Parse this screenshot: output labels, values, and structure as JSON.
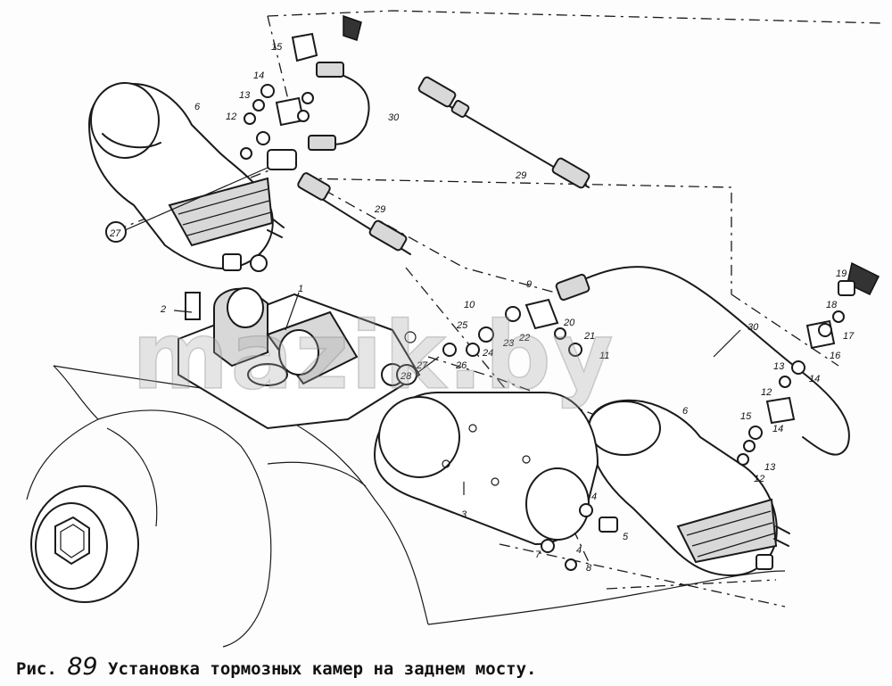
{
  "watermark": "mazik.by",
  "caption": {
    "prefix": "Рис.",
    "number": "89",
    "text": "Установка тормозных камер на заднем мосту."
  },
  "callouts": [
    {
      "id": "c1",
      "text": "1"
    },
    {
      "id": "c2",
      "text": "2"
    },
    {
      "id": "c3",
      "text": "3"
    },
    {
      "id": "c4a",
      "text": "4"
    },
    {
      "id": "c4b",
      "text": "4"
    },
    {
      "id": "c5",
      "text": "5"
    },
    {
      "id": "c6a",
      "text": "6"
    },
    {
      "id": "c6b",
      "text": "6"
    },
    {
      "id": "c7",
      "text": "7"
    },
    {
      "id": "c8",
      "text": "8"
    },
    {
      "id": "c9",
      "text": "9"
    },
    {
      "id": "c10",
      "text": "10"
    },
    {
      "id": "c11",
      "text": "11"
    },
    {
      "id": "c12a",
      "text": "12"
    },
    {
      "id": "c12b",
      "text": "12"
    },
    {
      "id": "c12c",
      "text": "12"
    },
    {
      "id": "c13a",
      "text": "13"
    },
    {
      "id": "c13b",
      "text": "13"
    },
    {
      "id": "c13c",
      "text": "13"
    },
    {
      "id": "c14a",
      "text": "14"
    },
    {
      "id": "c14b",
      "text": "14"
    },
    {
      "id": "c14c",
      "text": "14"
    },
    {
      "id": "c15a",
      "text": "15"
    },
    {
      "id": "c15b",
      "text": "15"
    },
    {
      "id": "c16",
      "text": "16"
    },
    {
      "id": "c17",
      "text": "17"
    },
    {
      "id": "c18",
      "text": "18"
    },
    {
      "id": "c19",
      "text": "19"
    },
    {
      "id": "c20",
      "text": "20"
    },
    {
      "id": "c21",
      "text": "21"
    },
    {
      "id": "c22",
      "text": "22"
    },
    {
      "id": "c23",
      "text": "23"
    },
    {
      "id": "c24",
      "text": "24"
    },
    {
      "id": "c25",
      "text": "25"
    },
    {
      "id": "c26",
      "text": "26"
    },
    {
      "id": "c27a",
      "text": "27"
    },
    {
      "id": "c27b",
      "text": "27"
    },
    {
      "id": "c28",
      "text": "28"
    },
    {
      "id": "c29a",
      "text": "29"
    },
    {
      "id": "c29b",
      "text": "29"
    },
    {
      "id": "c30a",
      "text": "30"
    },
    {
      "id": "c30b",
      "text": "30"
    }
  ]
}
